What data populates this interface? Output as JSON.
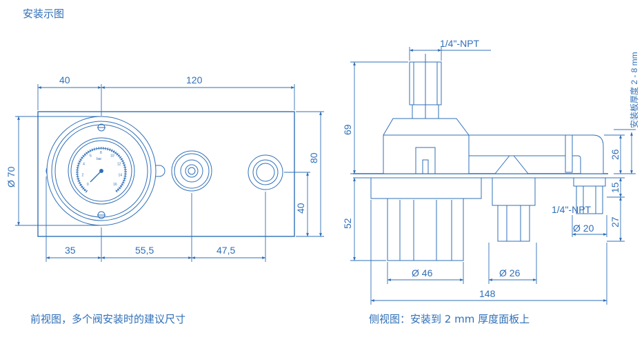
{
  "title": "安装示图",
  "front_view": {
    "caption": "前视图，多个阀安装时的建议尺寸",
    "dims": {
      "top_left": "40",
      "top_right": "120",
      "left_dia": "Ø 70",
      "right_total": "80",
      "right_lower": "40",
      "bottom_a": "35",
      "bottom_b": "55,5",
      "bottom_c": "47,5"
    },
    "gauge_bar_label": "bar",
    "gauge_scale": [
      "0",
      "2",
      "4",
      "6",
      "8",
      "10",
      "12",
      "14",
      "16"
    ]
  },
  "side_view": {
    "caption": "侧视图：安装到 2 mm 厚度面板上",
    "dims": {
      "thread_top": "1/4\"-NPT",
      "thread_bottom": "1/4\"-NPT",
      "h_upper": "69",
      "h_lower": "52",
      "panel_note": "安装板厚度 2 - 8 mm",
      "r_26": "26",
      "r_15": "15",
      "r_27": "27",
      "dia_20": "Ø 20",
      "dia_46": "Ø 46",
      "dia_26": "Ø 26",
      "width_148": "148"
    }
  },
  "colors": {
    "line": "#2f6fb8",
    "background": "#ffffff"
  }
}
